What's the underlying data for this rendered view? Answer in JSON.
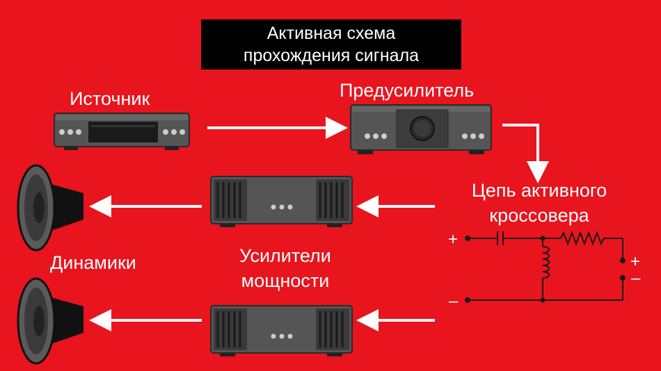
{
  "title": {
    "line1": "Активная схема",
    "line2": "прохождения сигнала"
  },
  "labels": {
    "source": "Источник",
    "preamp": "Предусилитель",
    "crossover_line1": "Цепь активного",
    "crossover_line2": "кроссовера",
    "amps_line1": "Усилители",
    "amps_line2": "мощности",
    "speakers": "Динамики"
  },
  "crossover_terminals": {
    "input_plus": "+",
    "input_minus": "–",
    "output_plus": "+",
    "output_minus": "–"
  },
  "colors": {
    "background": "#e8141e",
    "device_body": "#4a4a4a",
    "device_dark": "#1e1e1e",
    "arrow": "#ffffff",
    "title_bg": "#000000"
  }
}
